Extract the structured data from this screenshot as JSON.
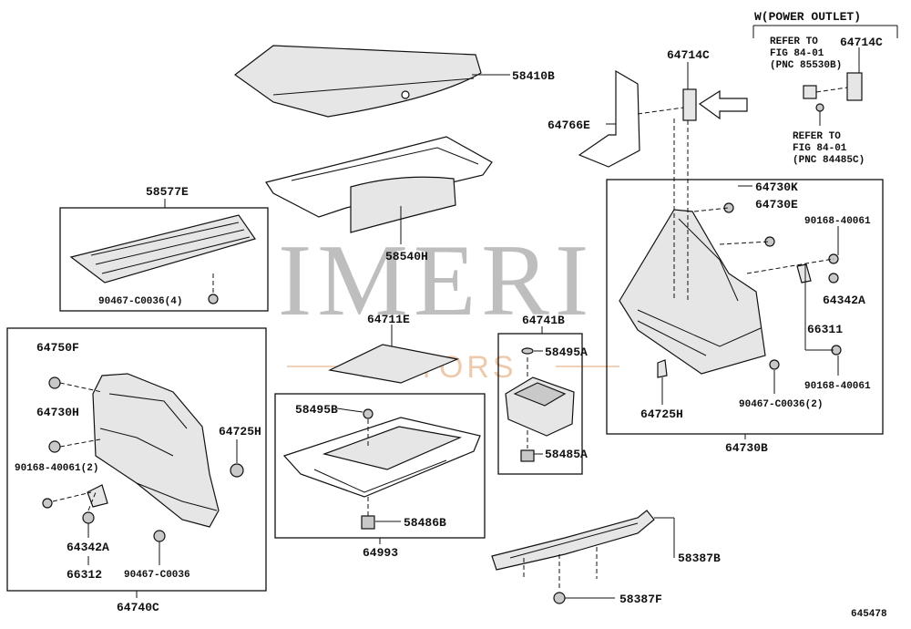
{
  "diagram_code": "645478",
  "power_outlet": {
    "header": "W(POWER OUTLET)",
    "ref1": [
      "REFER TO",
      "FIG 84-01",
      "(PNC 85530B)"
    ],
    "ref2": [
      "REFER TO",
      "FIG 84-01",
      "(PNC 84485C)"
    ]
  },
  "watermark": {
    "brand": "IMERI",
    "sub": "MOTORS"
  },
  "parts": {
    "p58410B": "58410B",
    "p58540H": "58540H",
    "p58577E": "58577E",
    "p90467_4": "90467-C0036(4)",
    "p64714C_a": "64714C",
    "p64714C_b": "64714C",
    "p64766E": "64766E",
    "p64730K": "64730K",
    "p64730E": "64730E",
    "p90168_a": "90168-40061",
    "p64342A_r": "64342A",
    "p66311": "66311",
    "p90168_b": "90168-40061",
    "p64725H_r": "64725H",
    "p90467_2": "90467-C0036(2)",
    "p64730B": "64730B",
    "p64711E": "64711E",
    "p64741B": "64741B",
    "p58495A": "58495A",
    "p58485A": "58485A",
    "p58495B": "58495B",
    "p58486B": "58486B",
    "p64993": "64993",
    "p64750F": "64750F",
    "p64730H": "64730H",
    "p90168_2": "90168-40061(2)",
    "p64725H_l": "64725H",
    "p64342A_l": "64342A",
    "p66312": "66312",
    "p90467_l": "90467-C0036",
    "p64740C": "64740C",
    "p58387B": "58387B",
    "p58387F": "58387F"
  }
}
